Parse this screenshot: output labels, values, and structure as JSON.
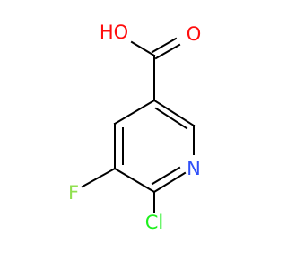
{
  "molecule": {
    "atoms": {
      "hydroxyl": {
        "text": "HO",
        "color": "#ff0d0d"
      },
      "carbonyl_oxygen": {
        "text": "O",
        "color": "#ff0d0d"
      },
      "nitrogen": {
        "text": "N",
        "color": "#3050f8"
      },
      "fluorine": {
        "text": "F",
        "color": "#90e050"
      },
      "chlorine": {
        "text": "Cl",
        "color": "#1ff01f"
      }
    },
    "bond_color": "#000000"
  }
}
